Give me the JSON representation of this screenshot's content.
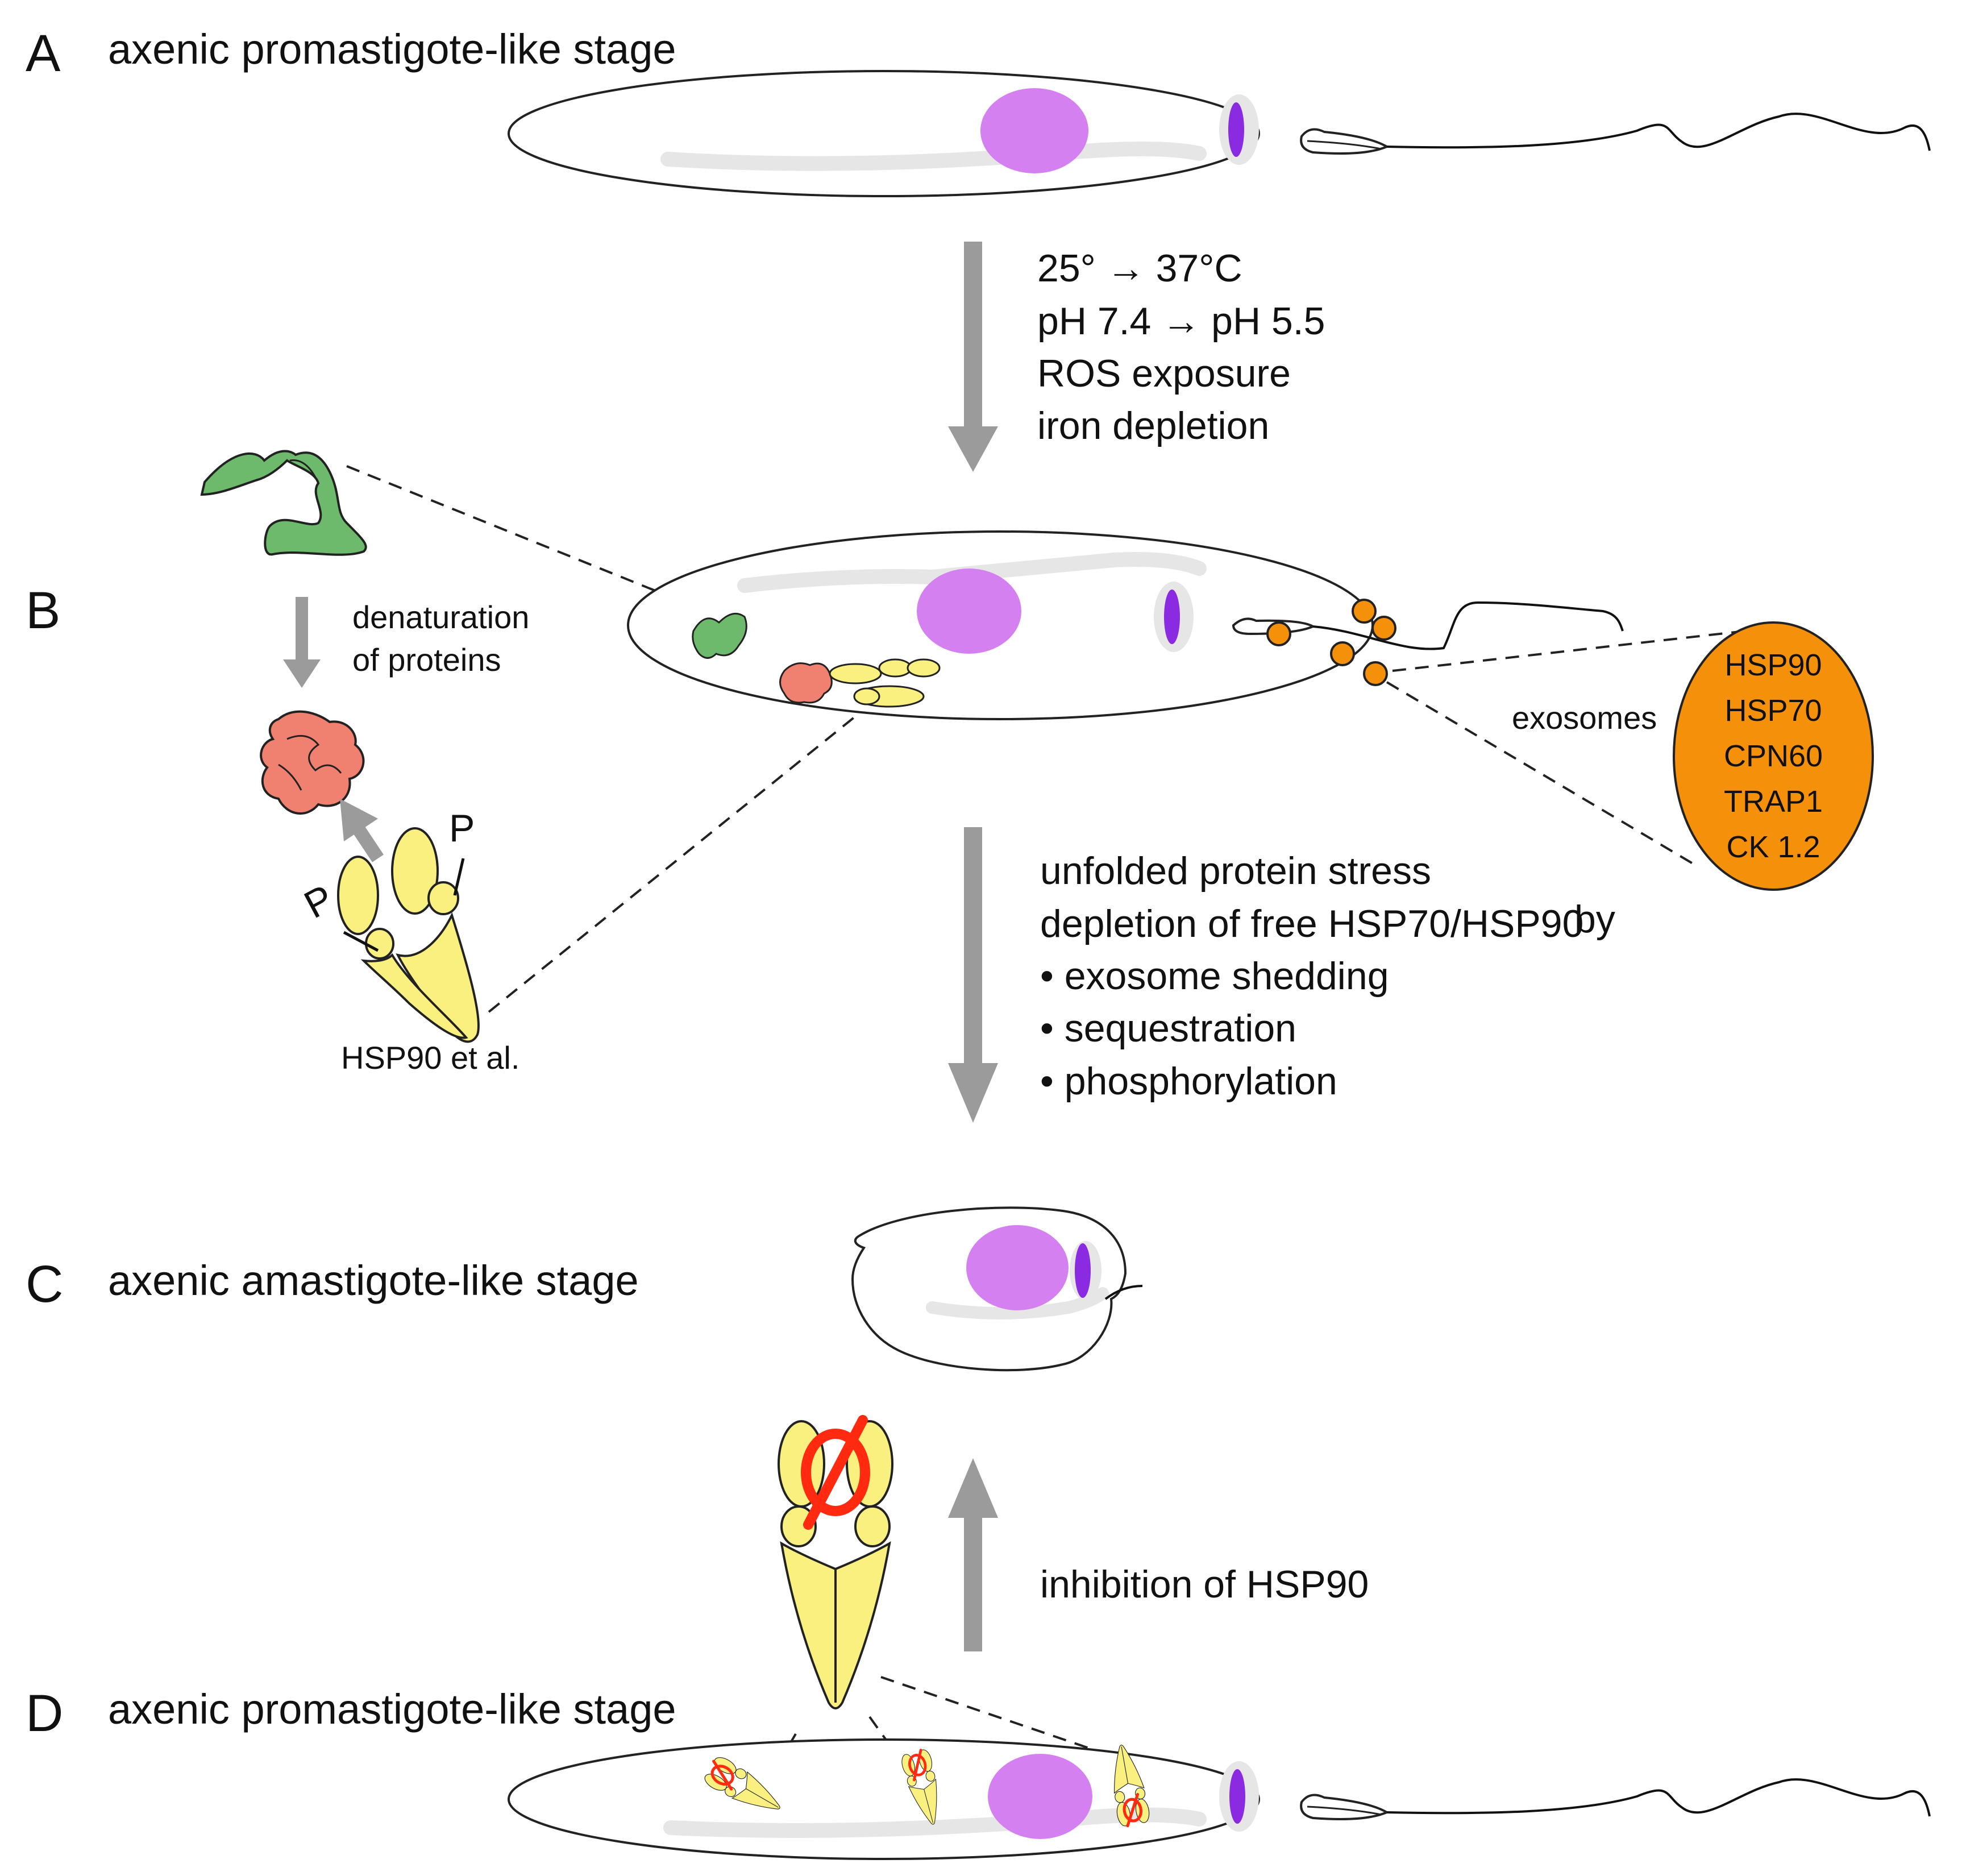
{
  "panels": {
    "a": {
      "letter": "A",
      "title": "axenic promastigote-like stage"
    },
    "b": {
      "letter": "B"
    },
    "c": {
      "letter": "C",
      "title": "axenic amastigote-like stage"
    },
    "d": {
      "letter": "D",
      "title": "axenic promastigote-like stage"
    }
  },
  "conditions": [
    "25° → 37°C",
    "pH 7.4 → pH 5.5",
    "ROS exposure",
    "iron depletion"
  ],
  "stress": {
    "line1": "unfolded protein stress",
    "line2": "depletion of free HSP70/HSP90",
    "by": "by",
    "bullets": [
      "• exosome shedding",
      "• sequestration",
      "• phosphorylation"
    ]
  },
  "denaturation": [
    "denaturation",
    "of proteins"
  ],
  "phospho_label": "P",
  "hsp90_label": "HSP90 et al.",
  "exosomes_label": "exosomes",
  "exosome_contents": [
    "HSP90",
    "HSP70",
    "CPN60",
    "TRAP1",
    "CK 1.2"
  ],
  "inhibition_label": "inhibition of HSP90",
  "inhibitor_symbol": "Ø",
  "colors": {
    "nucleus": "#D580F0",
    "kinetoplast": "#8A2BE2",
    "unfolded_protein": "#6DBA6D",
    "aggregate": "#F08070",
    "hsp90": "#FAF080",
    "exosome": "#F5900A",
    "arrow": "#9B9B9B",
    "inhibitor": "#FF2A10"
  },
  "icons": [
    "gray-arrow-icon",
    "hsp90-dimer-icon",
    "inhibitor-icon",
    "exosome-icon"
  ]
}
